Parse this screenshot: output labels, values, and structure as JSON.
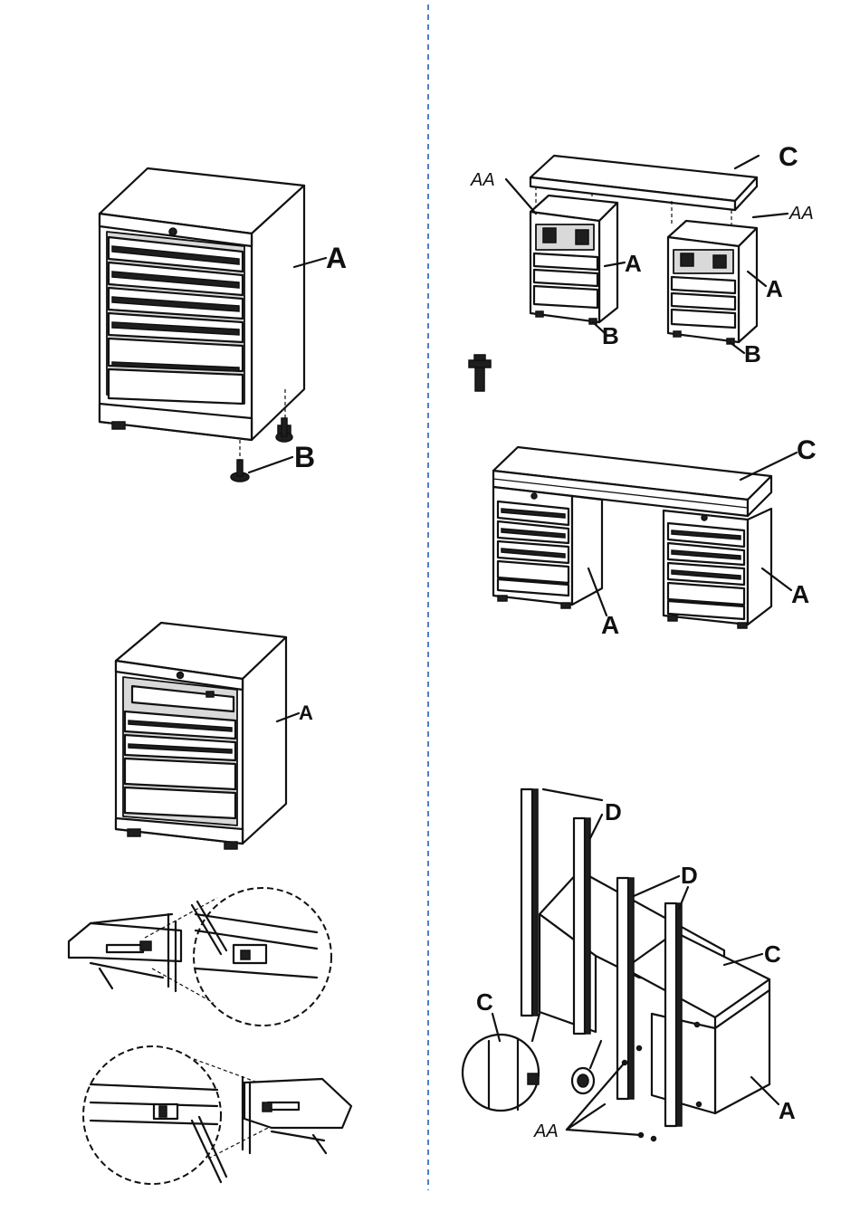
{
  "labels": {
    "fig1_a": "A",
    "fig1_b": "B",
    "fig2_aa_left": "AA",
    "fig2_aa_right": "AA",
    "fig2_c": "C",
    "fig2_a_left": "A",
    "fig2_a_right": "A",
    "fig2_b_left": "B",
    "fig2_b_right": "B",
    "fig3_a": "A",
    "fig4_c": "C",
    "fig4_a_left": "A",
    "fig4_a_right": "A",
    "fig5_d_top": "D",
    "fig5_d_mid": "D",
    "fig5_c_right": "C",
    "fig5_c_left": "C",
    "fig5_a": "A",
    "fig5_aa": "AA"
  },
  "colors": {
    "divider": "#4f7fc9",
    "line": "#111111"
  }
}
